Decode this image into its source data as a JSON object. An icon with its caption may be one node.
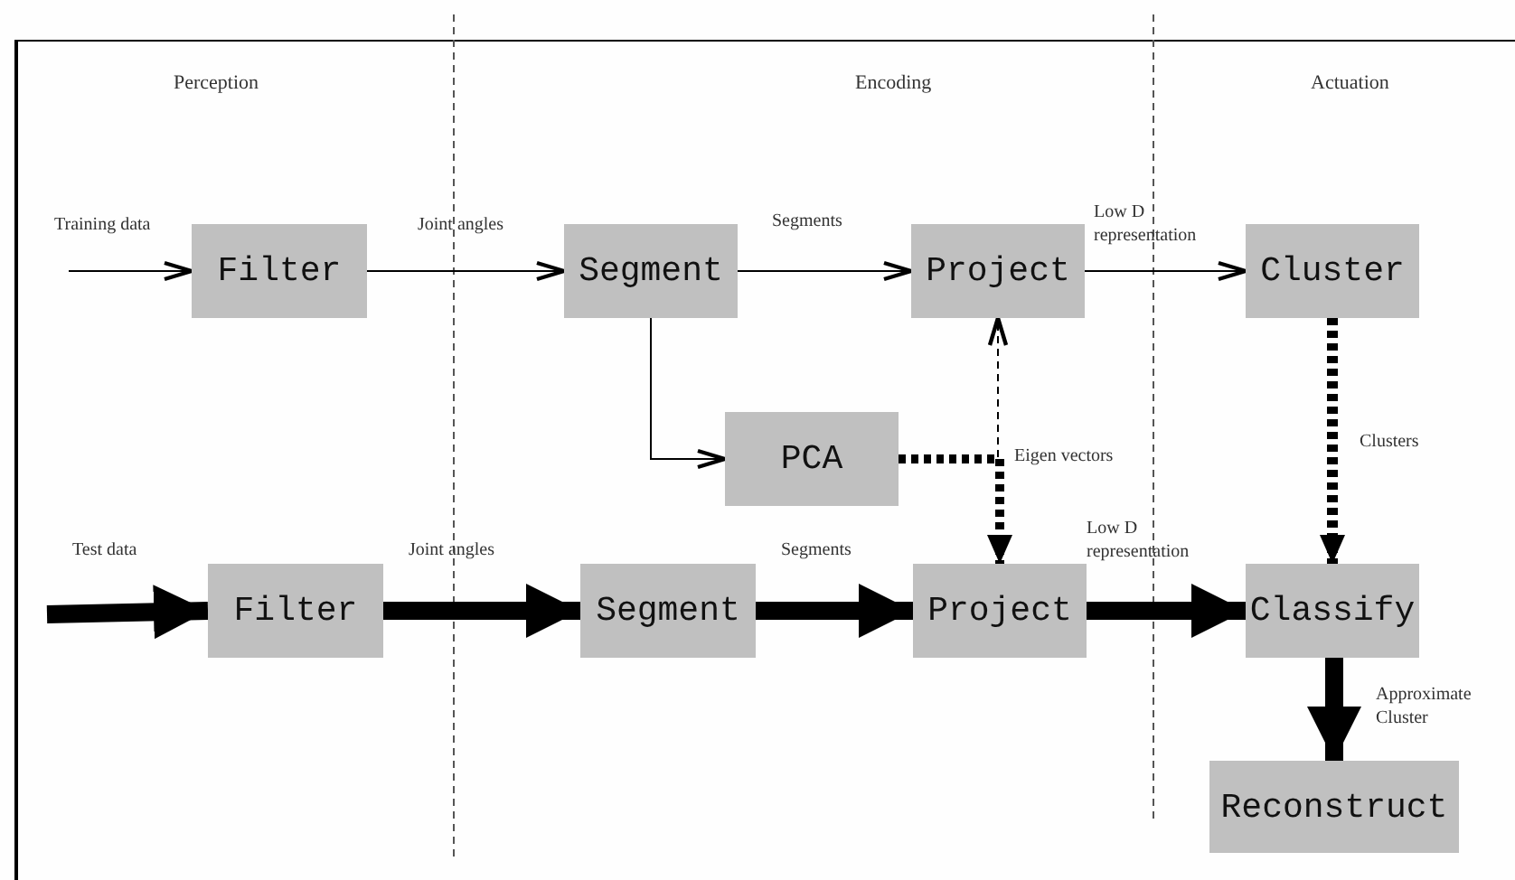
{
  "diagram": {
    "nodes": [
      {
        "text": [
          "Filter"
        ]
      },
      {
        "text": [
          "Segment"
        ]
      },
      {
        "text": [
          "Project"
        ]
      },
      {
        "text": [
          "Cluster"
        ]
      },
      {
        "text": [
          "PCA"
        ]
      },
      {
        "text": [
          "Filter"
        ]
      },
      {
        "text": [
          "Segment"
        ]
      },
      {
        "text": [
          "Project"
        ]
      },
      {
        "text": [
          "Classify"
        ]
      },
      {
        "text": [
          "Reconstruct"
        ]
      }
    ],
    "edges": [
      {
        "from": null,
        "to": 0,
        "arrow": "to",
        "label": "Training data"
      },
      {
        "from": 0,
        "to": 1,
        "arrow": "to",
        "label": "Joint angles"
      },
      {
        "from": 1,
        "to": 2,
        "arrow": "to",
        "label": "Segments"
      },
      {
        "from": 2,
        "to": 3,
        "arrow": "to",
        "label": "Low D representation"
      },
      {
        "from": 1,
        "to": 4,
        "arrow": "to"
      },
      {
        "from": 4,
        "to": 2,
        "arrow": "to",
        "style": "dashed"
      },
      {
        "from": 4,
        "to": 7,
        "arrow": "to",
        "style": "dashed",
        "label": "Eigen vectors"
      },
      {
        "from": 3,
        "to": 8,
        "arrow": "to",
        "style": "dashed",
        "label": "Clusters"
      },
      {
        "from": null,
        "to": 5,
        "arrow": "to",
        "style": "thick",
        "label": "Test data"
      },
      {
        "from": 5,
        "to": 6,
        "arrow": "to",
        "style": "thick",
        "label": "Joint angles"
      },
      {
        "from": 6,
        "to": 7,
        "arrow": "to",
        "style": "thick",
        "label": "Segments"
      },
      {
        "from": 7,
        "to": 8,
        "arrow": "to",
        "style": "thick",
        "label": "Low D representation"
      },
      {
        "from": 8,
        "to": 9,
        "arrow": "to",
        "style": "thick",
        "label": "Approximate Cluster"
      }
    ],
    "labels": [
      "Perception",
      "Encoding",
      "Actuation"
    ]
  }
}
